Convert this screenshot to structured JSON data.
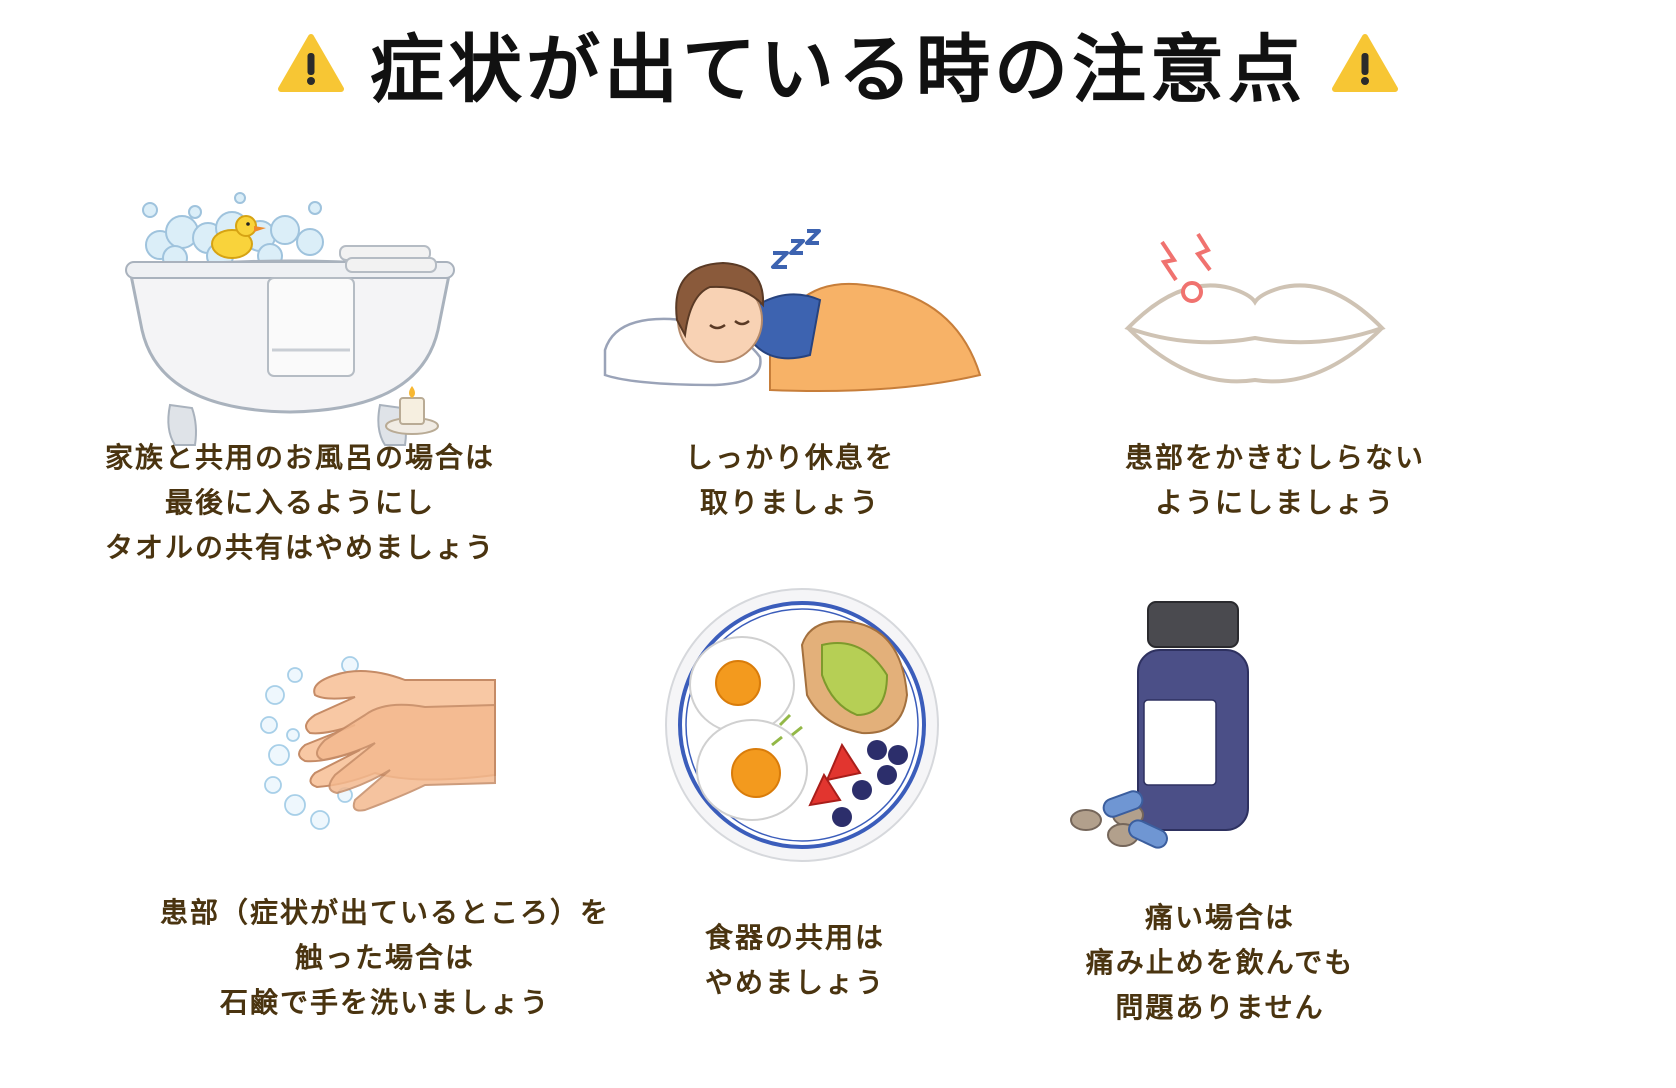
{
  "title": "症状が出ている時の注意点",
  "icons": {
    "title_left": "warning-icon",
    "title_right": "warning-icon"
  },
  "colors": {
    "caption": "#4a3410",
    "title": "#111111",
    "warning": "#f7c634"
  },
  "items": [
    {
      "illustration": "bathtub",
      "lines": [
        "家族と共用のお風呂の場合は",
        "最後に入るようにし",
        "タオルの共有はやめましょう"
      ]
    },
    {
      "illustration": "sleeping-child",
      "lines": [
        "しっかり休息を",
        "取りましょう"
      ]
    },
    {
      "illustration": "lips",
      "lines": [
        "患部をかきむしらない",
        "ようにしましょう"
      ]
    },
    {
      "illustration": "washing-hands",
      "lines": [
        "患部（症状が出ているところ）を",
        "触った場合は",
        "石鹸で手を洗いましょう"
      ]
    },
    {
      "illustration": "breakfast-plate",
      "lines": [
        "食器の共用は",
        "やめましょう"
      ]
    },
    {
      "illustration": "medicine-bottle",
      "lines": [
        "痛い場合は",
        "痛み止めを飲んでも",
        "問題ありません"
      ]
    }
  ]
}
